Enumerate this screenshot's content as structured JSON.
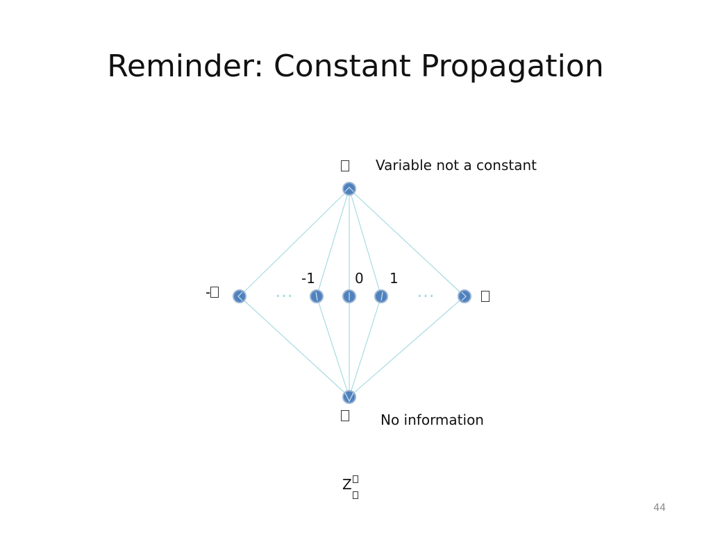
{
  "slide": {
    "title": "Reminder: Constant Propagation",
    "page_number": "44"
  },
  "lattice": {
    "top": {
      "symbol": "",
      "description": "Variable not a constant"
    },
    "bottom": {
      "symbol": "",
      "description": "No information"
    },
    "left_end": {
      "prefix": "-",
      "symbol": ""
    },
    "right_end": {
      "symbol": ""
    },
    "values": [
      "-1",
      "0",
      "1"
    ],
    "ellipsis": "…",
    "set_label": {
      "letter": "Z"
    }
  },
  "colors": {
    "edge": "#a6dbe0",
    "node_fill": "#4f81bd",
    "node_stroke": "#9bb4d4",
    "ellipsis": "#a6dbe0",
    "title": "#111111",
    "page_number": "#8a8a8a"
  }
}
